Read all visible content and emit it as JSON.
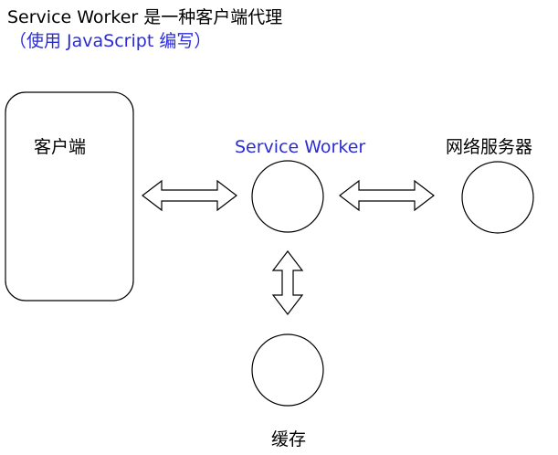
{
  "title": {
    "line1": "Service Worker 是一种客户端代理",
    "line2": "（使用 JavaScript 编写）"
  },
  "nodes": {
    "client": "客户端",
    "service_worker": "Service Worker",
    "network_server": "网络服务器",
    "cache": "缓存"
  },
  "colors": {
    "accent": "#2b2bd8",
    "stroke": "#000000",
    "background": "#ffffff"
  }
}
